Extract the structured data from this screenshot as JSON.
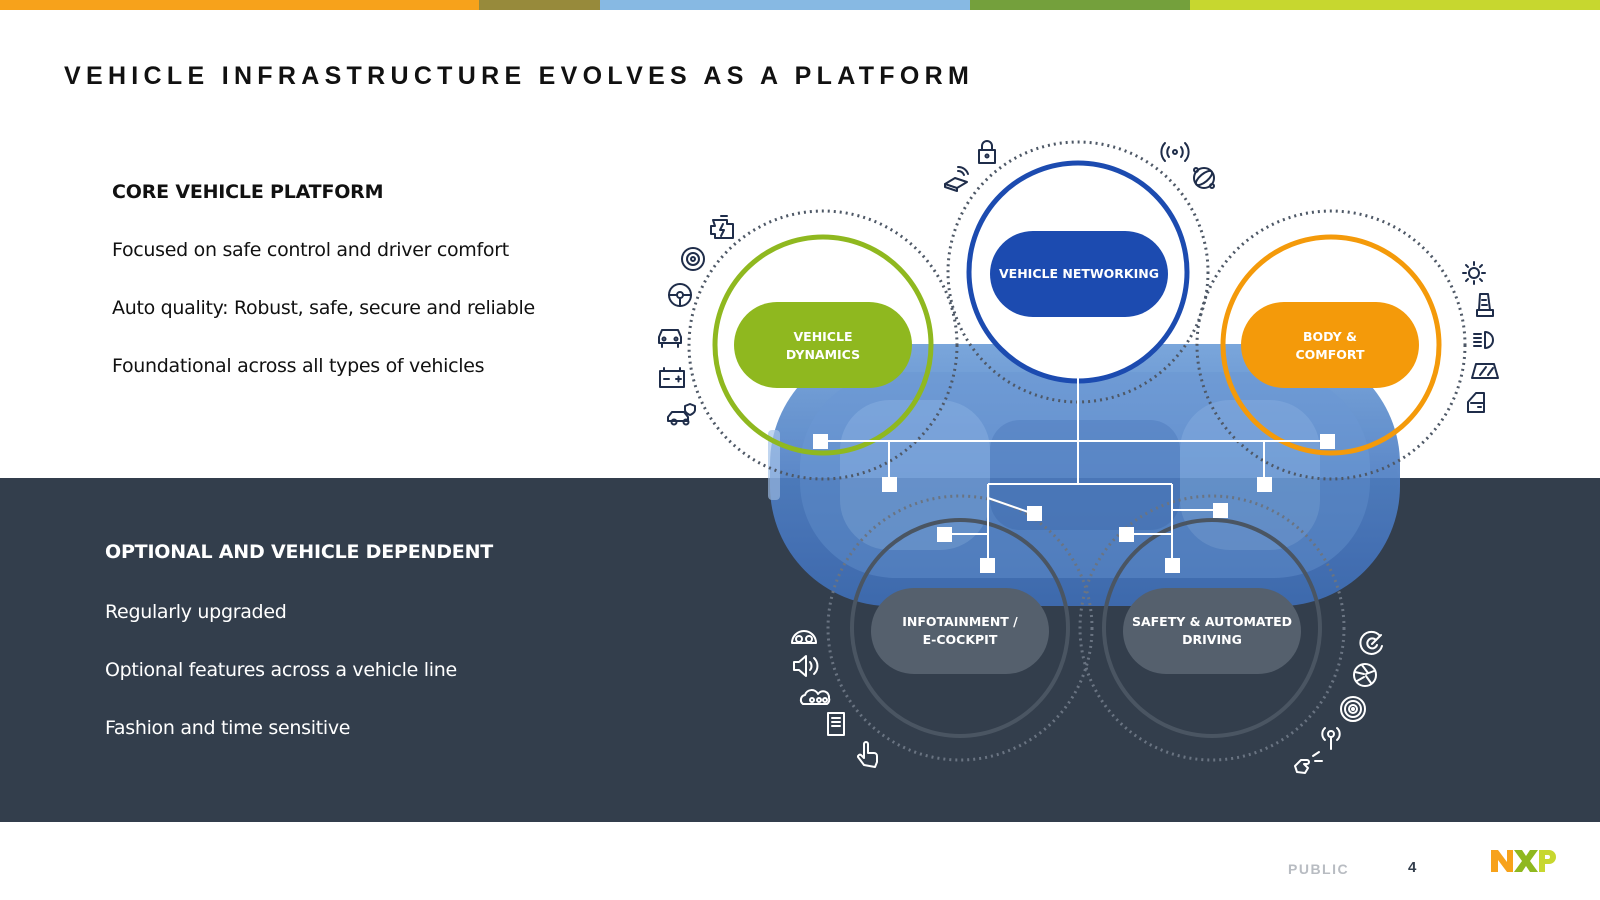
{
  "title": "VEHICLE INFRASTRUCTURE EVOLVES AS A PLATFORM",
  "colors": {
    "topbar": [
      "#f7a21b",
      "#978a3b",
      "#87b9e3",
      "#74a03c",
      "#c7d72f"
    ],
    "dark_panel": "#333e4c",
    "green": "#8fb81f",
    "blue": "#1c4bb0",
    "orange": "#f49a0a",
    "gray_pill": "#55606d"
  },
  "core": {
    "heading": "CORE VEHICLE PLATFORM",
    "items": [
      "Focused on safe control and driver comfort",
      "Auto quality: Robust, safe, secure and  reliable",
      "Foundational across all types of vehicles"
    ]
  },
  "optional": {
    "heading": "OPTIONAL AND VEHICLE DEPENDENT",
    "items": [
      "Regularly upgraded",
      "Optional  features across a vehicle line",
      "Fashion and time sensitive"
    ]
  },
  "domains": {
    "vehicle_dynamics": {
      "line1": "VEHICLE",
      "line2": "DYNAMICS"
    },
    "vehicle_networking": {
      "label": "VEHICLE NETWORKING"
    },
    "body_comfort": {
      "line1": "BODY &",
      "line2": "COMFORT"
    },
    "infotainment": {
      "line1": "INFOTAINMENT /",
      "line2": "E-COCKPIT"
    },
    "safety": {
      "line1": "SAFETY & AUTOMATED",
      "line2": "DRIVING"
    }
  },
  "icons": {
    "vehicle_dynamics": [
      "engine-icon",
      "brake-disc-icon",
      "steering-wheel-icon",
      "car-front-icon",
      "battery-icon",
      "car-shield-icon"
    ],
    "vehicle_networking": [
      "router-icon",
      "lock-icon",
      "wireless-signal-icon",
      "globe-network-icon"
    ],
    "body_comfort": [
      "seat-heater-icon",
      "seat-icon",
      "headlight-icon",
      "windshield-icon",
      "door-icon"
    ],
    "infotainment": [
      "dashboard-gauge-icon",
      "speaker-icon",
      "voice-cloud-icon",
      "display-panel-icon",
      "touch-hand-icon"
    ],
    "safety": [
      "radar-icon",
      "camera-lens-icon",
      "sonar-icon",
      "antenna-icon",
      "hand-sensor-icon"
    ]
  },
  "footer": {
    "classification": "PUBLIC",
    "page": "4",
    "logo": "NXP"
  }
}
